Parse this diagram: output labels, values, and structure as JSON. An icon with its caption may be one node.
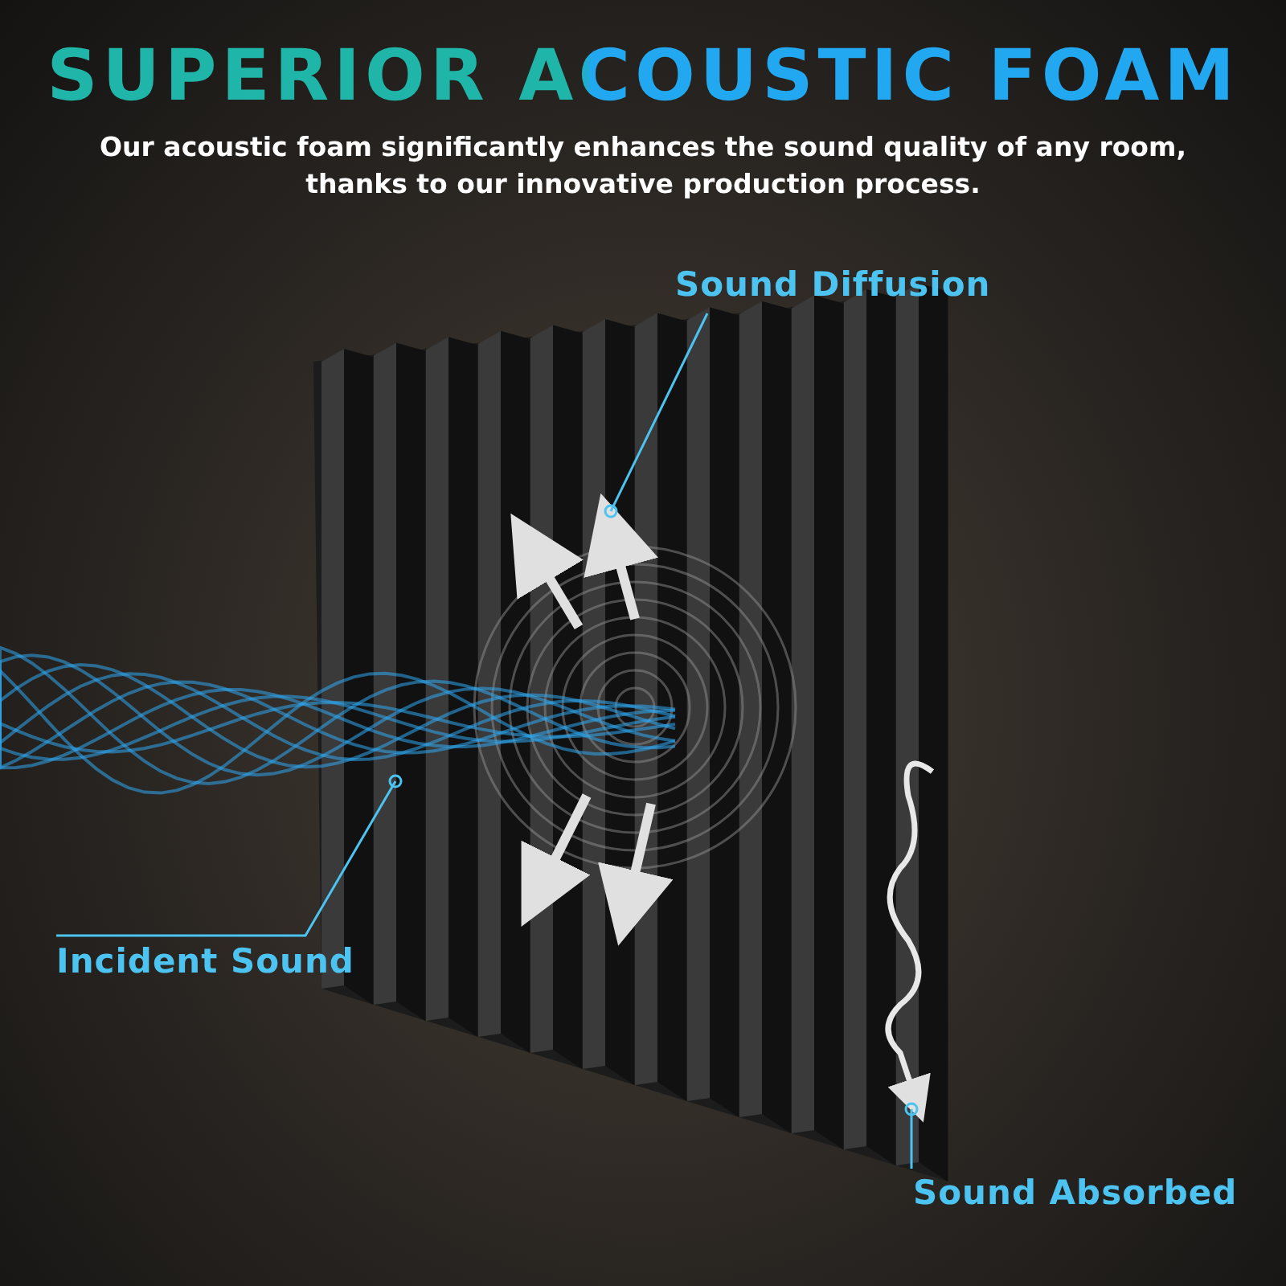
{
  "diagram": {
    "title": "SUPERIOR ACOUSTIC FOAM",
    "nodes": [
      {
        "text": [
          "Sound Diffusion"
        ]
      },
      {
        "text": [
          "Incident Sound"
        ]
      },
      {
        "text": [
          "Sound Absorbed"
        ]
      }
    ],
    "edges": [
      {
        "from": 0,
        "to": null,
        "arrow": "other"
      },
      {
        "from": 1,
        "to": null,
        "arrow": "other"
      },
      {
        "from": 2,
        "to": null,
        "arrow": "other"
      }
    ],
    "labels": [
      "Our acoustic foam significantly enhances the sound quality of any room, thanks to our innovative production process."
    ]
  }
}
